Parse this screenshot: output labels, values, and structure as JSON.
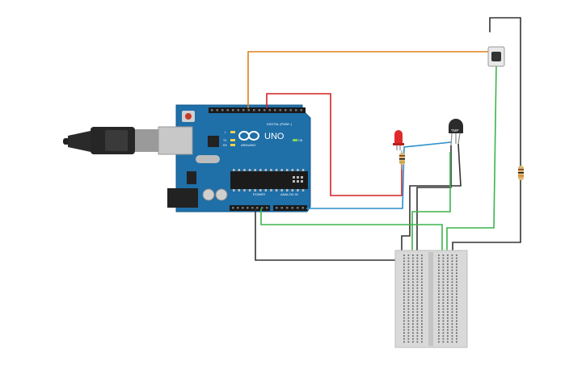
{
  "board": {
    "logo": "UNO",
    "brand": "ARDUINO",
    "digital_label": "DIGITAL (PWM~)",
    "power_label": "POWER",
    "analog_label": "ANALOG IN",
    "on_label": "ON",
    "tx_label": "TX",
    "rx_label": "RX",
    "l_label": "L"
  },
  "sensor": {
    "label": "TMP"
  },
  "colors": {
    "wire_orange": "#e0801a",
    "wire_red": "#d32222",
    "wire_blue": "#2a8fcc",
    "wire_green": "#3cb44b",
    "wire_black": "#333333",
    "board_blue": "#1f6fa8",
    "breadboard": "#d9d9d9"
  }
}
